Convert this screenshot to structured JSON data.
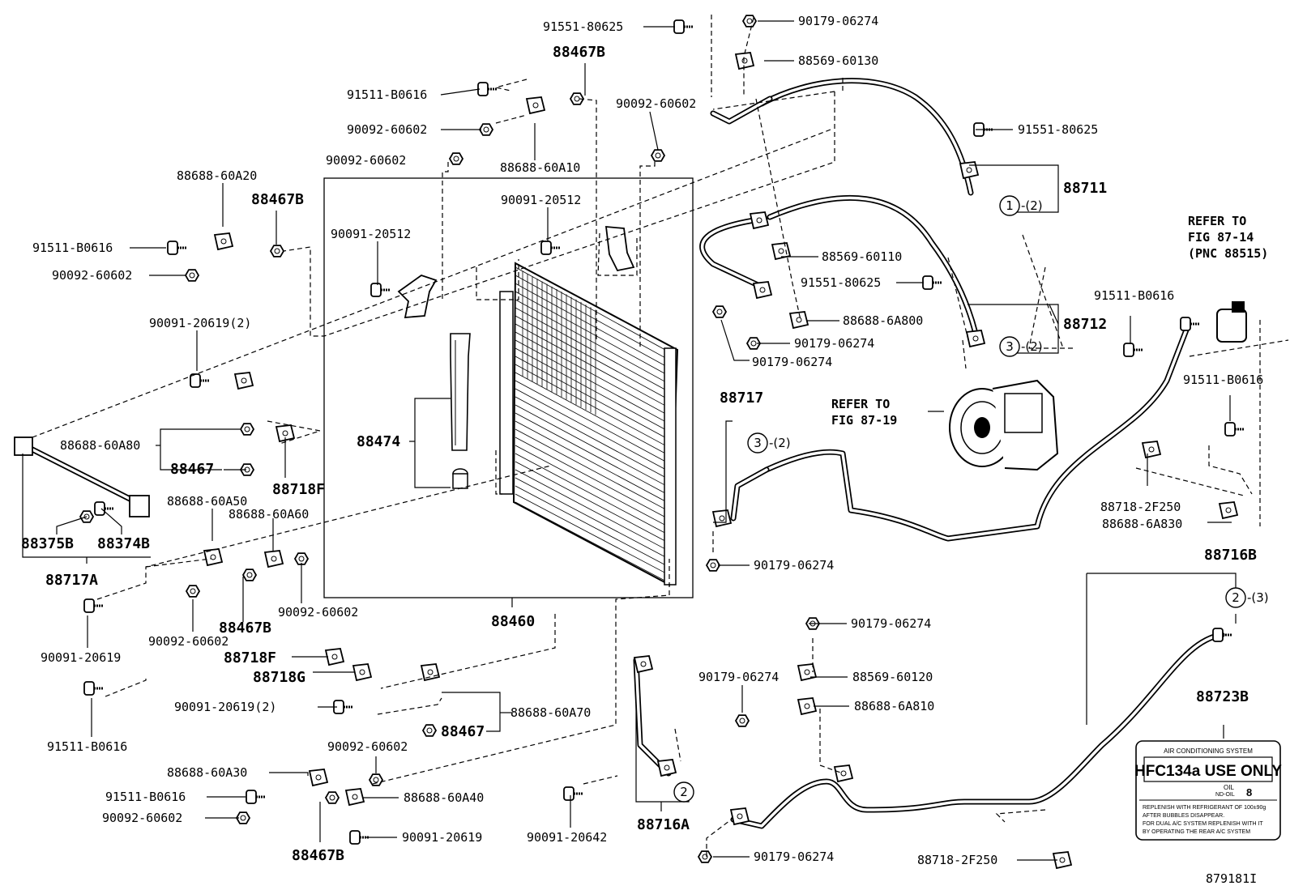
{
  "diagram_id": "879181I",
  "labels": {
    "p01": "91551-80625",
    "p02": "90179-06274",
    "p03": "88467B",
    "p04": "88569-60130",
    "p05": "91511-B0616",
    "p06": "90092-60602",
    "p07": "90092-60602",
    "p08": "88688-60A10",
    "p09": "90092-60602",
    "p10": "91551-80625",
    "p11": "88688-60A20",
    "p12": "88467B",
    "p13": "91511-B0616",
    "p14": "90092-60602",
    "p15": "90091-20512",
    "p16": "90091-20512",
    "p17": "88711",
    "p18": "88569-60110",
    "p19": "91551-80625",
    "p20": "88688-6A800",
    "p21": "90179-06274",
    "p22": "90179-06274",
    "p23": "88712",
    "p24": "90091-20619(2)",
    "p25": "88474",
    "p26": "88688-60A80",
    "p27": "88467",
    "p28": "88718F",
    "p29": "88375B",
    "p30": "88374B",
    "p31": "88717A",
    "p32": "88688-60A50",
    "p33": "88688-60A60",
    "p34": "90092-60602",
    "p35": "90092-60602",
    "p36": "88467B",
    "p37": "90091-20619",
    "p38": "88460",
    "p39": "88717",
    "p40": "REFER TO",
    "p41": "FIG 87-19",
    "p42": "REFER TO",
    "p43": "FIG 87-14",
    "p44": "(PNC 88515)",
    "p45": "91511-B0616",
    "p46": "91511-B0616",
    "p47": "88718-2F250",
    "p48": "88688-6A830",
    "p49": "90179-06274",
    "p50": "88716B",
    "p51": "88718F",
    "p52": "88718G",
    "p53": "90091-20619(2)",
    "p54": "88688-60A70",
    "p55": "88467",
    "p56": "91511-B0616",
    "p57": "90179-06274",
    "p58": "90179-06274",
    "p59": "88569-60120",
    "p60": "88688-6A810",
    "p61": "88723B",
    "p62": "90092-60602",
    "p63": "88688-60A30",
    "p64": "91511-B0616",
    "p65": "88688-60A40",
    "p66": "90092-60602",
    "p67": "90091-20619",
    "p68": "88467B",
    "p69": "90091-20642",
    "p70": "88716A",
    "p71": "88718-2F250",
    "p72": "90179-06274"
  },
  "callouts": {
    "c1": "1",
    "c1q": "-(2)",
    "c3a": "3",
    "c3aq": "-(2)",
    "c3b": "3",
    "c3bq": "-(2)",
    "c2a": "2",
    "c2aq": "-(3)",
    "c2b": "2"
  },
  "caution_label": {
    "header": "AIR CONDITIONING SYSTEM",
    "title": "HFC134a USE ONLY",
    "oil": "OIL",
    "oil_sub": "ND-OIL",
    "oil_grade": "8",
    "line1": "REPLENISH WITH REFRIGERANT OF 100±90g",
    "line2": "AFTER BUBBLES DISAPPEAR.",
    "line3": "FOR DUAL A/C SYSTEM REPLENISH WITH IT",
    "line4": "BY OPERATING THE REAR A/C SYSTEM"
  }
}
